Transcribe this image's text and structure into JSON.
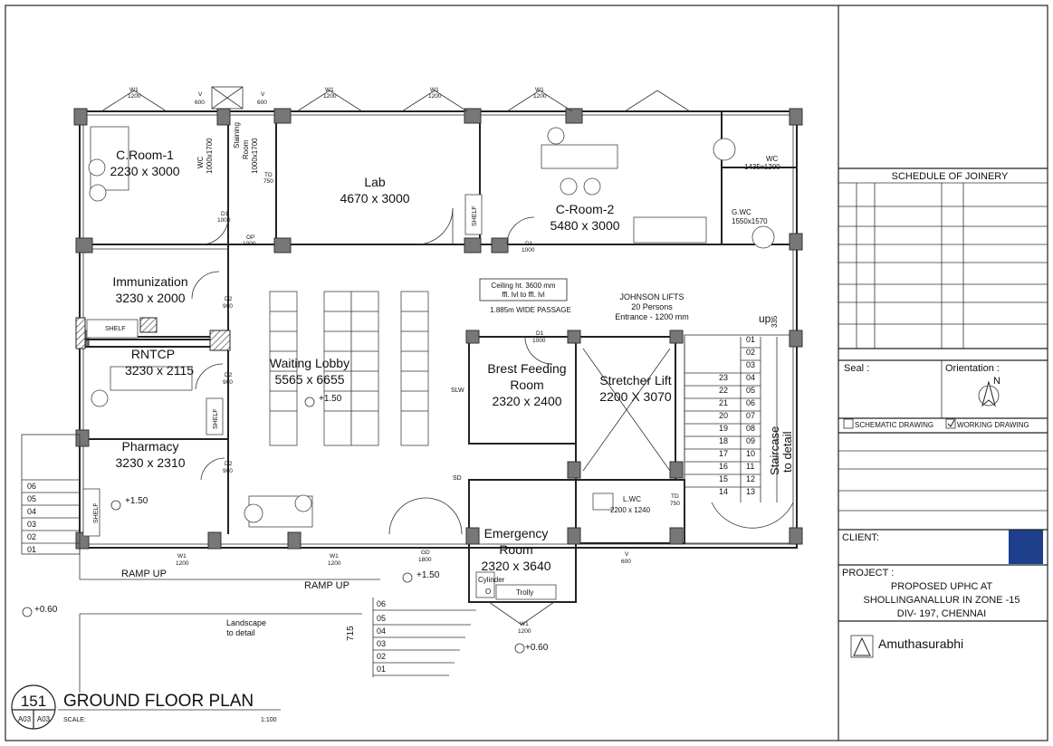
{
  "title_block": {
    "sheet_number": "151",
    "sheet_ref_left": "A03",
    "sheet_ref_right": "A03",
    "title": "GROUND FLOOR PLAN",
    "scale_label": "SCALE:",
    "scale_value": "1:100"
  },
  "side_panel": {
    "schedule_title": "SCHEDULE OF JOINERY",
    "seal_label": "Seal :",
    "orientation_label": "Orientation :",
    "north_label": "N",
    "schematic_label": "SCHEMATIC DRAWING",
    "working_label": "WORKING DRAWING",
    "client_label": "CLIENT:",
    "project_label": "PROJECT :",
    "project_lines": [
      "PROPOSED UPHC AT",
      "SHOLLINGANALLUR IN ZONE -15",
      "DIV- 197, CHENNAI"
    ],
    "firm_name": "Amuthasurabhi"
  },
  "rooms": [
    {
      "name": "C.Room-1",
      "size": "2230 x 3000"
    },
    {
      "name": "Lab",
      "size": "4670 x 3000"
    },
    {
      "name": "C-Room-2",
      "size": "5480 x 3000"
    },
    {
      "name": "Immunization",
      "size": "3230 x 2000"
    },
    {
      "name": "RNTCP",
      "size": "3230 x 2115"
    },
    {
      "name": "Waiting Lobby",
      "size": "5565 x 6655"
    },
    {
      "name": "Pharmacy",
      "size": "3230 x 2310"
    },
    {
      "name": "Brest Feeding",
      "name2": "Room",
      "size": "2320 x 2400"
    },
    {
      "name": "Stretcher Lift",
      "size": "2200 X 3070"
    },
    {
      "name": "Emergency",
      "name2": "Room",
      "size": "2320 x 3640"
    }
  ],
  "small_labels": {
    "staining": [
      "Staining",
      "Room",
      "1000x1700"
    ],
    "wc1": [
      "WC",
      "1000x1700"
    ],
    "wc2": [
      "WC",
      "1435x1200"
    ],
    "gwc": [
      "G.WC",
      "1550x1570"
    ],
    "lwc": [
      "L.WC",
      "2200 x 1240"
    ],
    "ceiling": [
      "Ceiling ht. 3600 mm",
      "ffl. lvl to ffl. lvl"
    ],
    "passage": "1.885m WIDE PASSAGE",
    "lifts": [
      "JOHNSON LIFTS",
      "20 Persons",
      "Entrance - 1200 mm"
    ],
    "shelf": "SHELF",
    "cylinder": "Cylinder",
    "trolly": "Trolly",
    "o_mark": "O",
    "ramp1": "RAMP UP",
    "ramp2": "RAMP UP",
    "landscape": [
      "Landscape",
      "to detail"
    ],
    "staircase": [
      "Staircase",
      "to detail"
    ],
    "up": "up",
    "dim715": "715",
    "dim335": "335",
    "slw": "SLW",
    "sd": "SD"
  },
  "levels": [
    "+1.50",
    "+1.50",
    "+1.50",
    "+0.60",
    "+0.60"
  ],
  "tags": {
    "w1": "W1",
    "w1_size": "1200",
    "v": "V",
    "v_size": "600",
    "d1": "D1",
    "d1_size": "1000",
    "d2": "D2",
    "d2_size": "900",
    "op": "OP",
    "op_size": "1000",
    "gd": "GD",
    "gd_size": "1800",
    "td": "TD",
    "td_size": "750"
  },
  "stairs_left": [
    "01",
    "02",
    "03",
    "04",
    "05",
    "06",
    "07",
    "08",
    "09",
    "10",
    "11",
    "12",
    "13"
  ],
  "stairs_right": [
    "23",
    "22",
    "21",
    "20",
    "19",
    "18",
    "17",
    "16",
    "15",
    "14"
  ],
  "steps_ramp": [
    "06",
    "05",
    "04",
    "03",
    "02",
    "01"
  ],
  "steps_entry": [
    "06",
    "05",
    "04",
    "03",
    "02",
    "01"
  ]
}
